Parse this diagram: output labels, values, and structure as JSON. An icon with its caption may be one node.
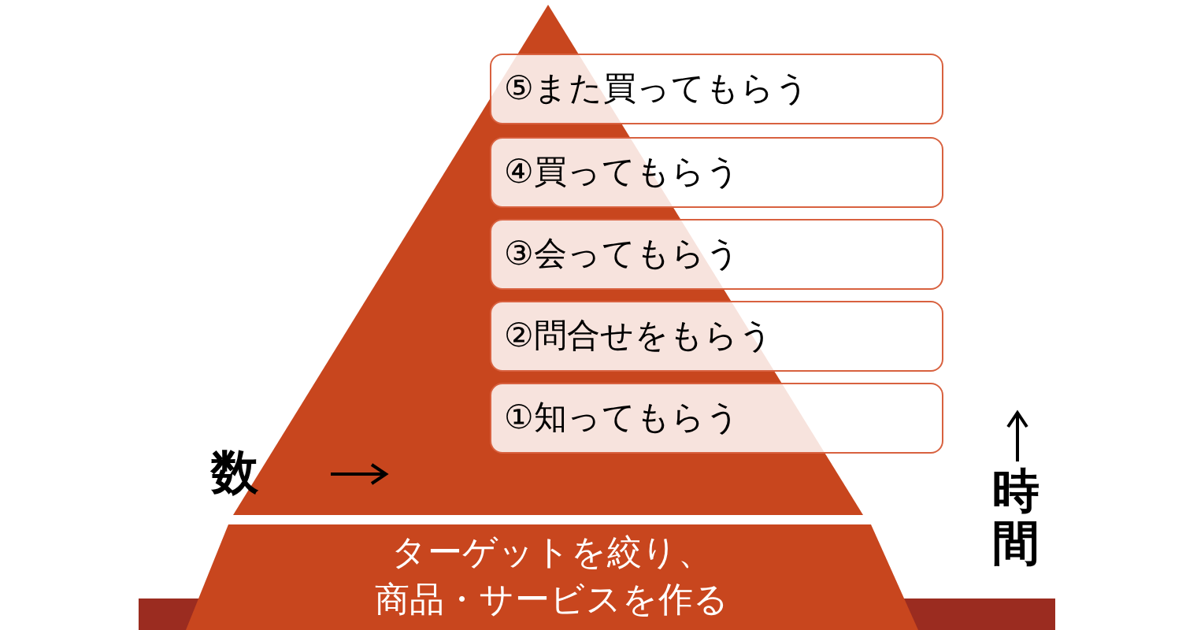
{
  "diagram": {
    "nodes": [
      {
        "text": [],
        "shape": "triangle"
      },
      {
        "text": [
          "⑤また買ってもらう"
        ]
      },
      {
        "text": [
          "④買ってもらう"
        ]
      },
      {
        "text": [
          "③会ってもらう"
        ]
      },
      {
        "text": [
          "②問合せをもらう"
        ]
      },
      {
        "text": [
          "①知ってもらう"
        ]
      },
      {
        "text": [
          "ターゲットを絞り、商品・サービスを作る"
        ]
      }
    ],
    "labels": [
      "数",
      "時間"
    ]
  }
}
